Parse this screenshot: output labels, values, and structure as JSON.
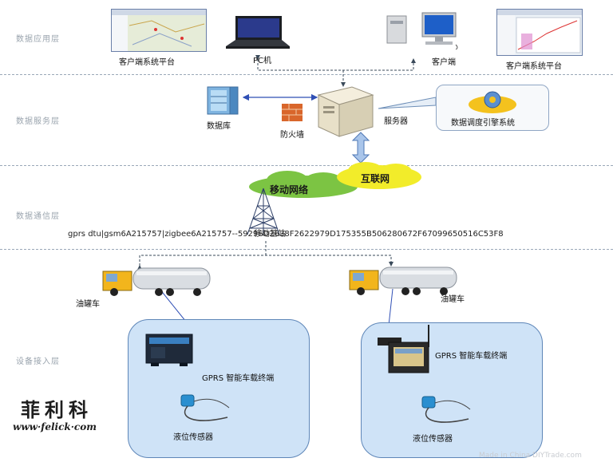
{
  "layers": {
    "application": "数据应用层",
    "service": "数据服务层",
    "communication": "数据通信层",
    "device": "设备接入层"
  },
  "nodes": {
    "client_platform_left": "客户端系统平台",
    "pc": "PC机",
    "client": "客户端",
    "client_platform_right": "客户端系统平台",
    "database": "数据库",
    "firewall": "防火墙",
    "server": "服务器",
    "engine": "数据调度引擎系统",
    "mobile_network": "移动网络",
    "internet": "互联网",
    "base_station": "移动基站",
    "truck_left": "油罐车",
    "truck_right": "油罐车",
    "terminal_left": "GPRS 智能车载终端",
    "terminal_right": "GPRS 智能车载终端",
    "sensor_left": "液位传感器",
    "sensor_right": "液位传感器"
  },
  "keywords_line": "gprs dtu|gsm6A215757|zigbee6A215757--59296D2638F2622979D175355B506280672F67099650516C53F8",
  "brand": {
    "name": "菲利科",
    "url": "www·felick·com"
  },
  "watermark": "Made in China  DIYTrade.com",
  "colors": {
    "balloon_fill": "#cfe3f7",
    "balloon_border": "#5e86b8",
    "mobile_cloud": "#7cc443",
    "internet_cloud": "#f2ec2a",
    "link_blue": "#2f4fb5"
  }
}
